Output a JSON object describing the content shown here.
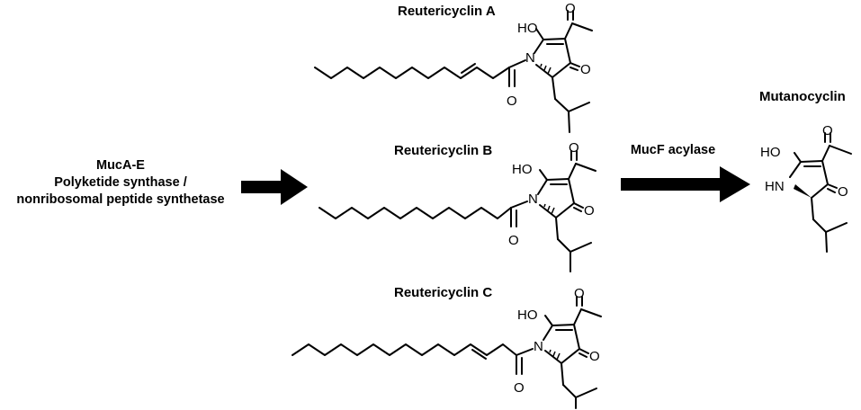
{
  "compounds": {
    "a": {
      "title": "Reutericyclin A",
      "ho": "HO",
      "n": "N",
      "o_ring": "O",
      "o_acyl": "O",
      "o_acetyl": "O"
    },
    "b": {
      "title": "Reutericyclin B",
      "ho": "HO",
      "n": "N",
      "o_ring": "O",
      "o_acyl": "O",
      "o_acetyl": "O"
    },
    "c": {
      "title": "Reutericyclin C",
      "ho": "HO",
      "n": "N",
      "o_ring": "O",
      "o_acyl": "O",
      "o_acetyl": "O"
    },
    "mutanocyclin": {
      "title": "Mutanocyclin",
      "ho": "HO",
      "hn": "HN",
      "o_ring": "O",
      "o_acetyl": "O"
    }
  },
  "steps": {
    "left": {
      "line1": "MucA-E",
      "line2": "Polyketide synthase /",
      "line3": "nonribosomal peptide synthetase"
    },
    "right": {
      "line1": "MucF acylase"
    }
  }
}
